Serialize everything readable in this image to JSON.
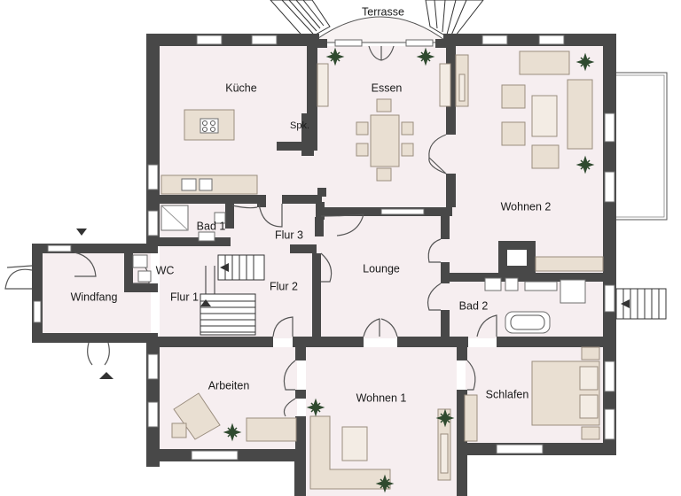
{
  "plan": {
    "rooms": {
      "terrasse": "Terrasse",
      "kueche": "Küche",
      "spk": "Spk.",
      "essen": "Essen",
      "wohnen2": "Wohnen 2",
      "bad1": "Bad 1",
      "flur3": "Flur 3",
      "wc": "WC",
      "windfang": "Windfang",
      "flur1": "Flur 1",
      "flur2": "Flur 2",
      "lounge": "Lounge",
      "bad2": "Bad 2",
      "arbeiten": "Arbeiten",
      "wohnen1": "Wohnen 1",
      "schlafen": "Schlafen"
    }
  }
}
